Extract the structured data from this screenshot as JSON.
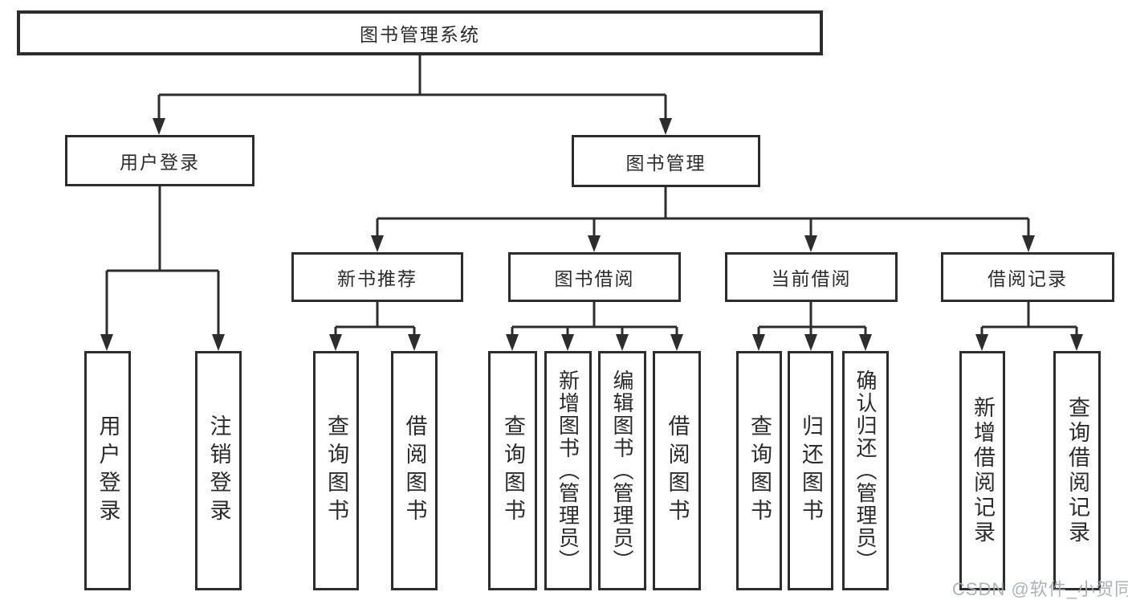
{
  "tree": {
    "label": "图书管理系统",
    "children": [
      {
        "label": "用户登录",
        "children": [
          {
            "label": "用户登录"
          },
          {
            "label": "注销登录"
          }
        ]
      },
      {
        "label": "图书管理",
        "children": [
          {
            "label": "新书推荐",
            "children": [
              {
                "label": "查询图书"
              },
              {
                "label": "借阅图书"
              }
            ]
          },
          {
            "label": "图书借阅",
            "children": [
              {
                "label": "查询图书"
              },
              {
                "label": "新增图书（管理员）"
              },
              {
                "label": "编辑图书（管理员）"
              },
              {
                "label": "借阅图书"
              }
            ]
          },
          {
            "label": "当前借阅",
            "children": [
              {
                "label": "查询图书"
              },
              {
                "label": "归还图书"
              },
              {
                "label": "确认归还（管理员）"
              }
            ]
          },
          {
            "label": "借阅记录",
            "children": [
              {
                "label": "新增借阅记录"
              },
              {
                "label": "查询借阅记录"
              }
            ]
          }
        ]
      }
    ]
  },
  "watermark": {
    "text": "CSDN @软件_小贺同学"
  },
  "colors": {
    "line": "#2d2d2d",
    "text": "#2b2b2b",
    "box_background": "#ffffff",
    "watermark": "#a4a9b0",
    "page_background": "#ffffff"
  }
}
